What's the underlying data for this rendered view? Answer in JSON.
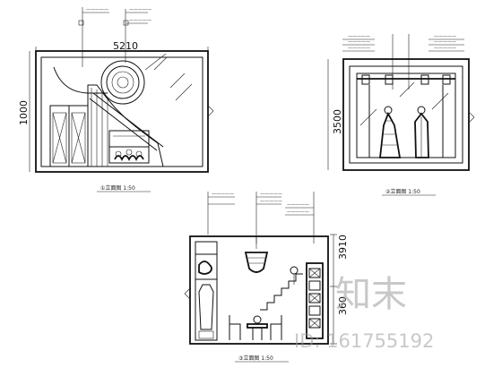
{
  "drawing": {
    "elev_a": {
      "width_dim": "5210",
      "height_dim": "1000",
      "caption": "①立面图 1:50",
      "notes": [
        "—————",
        "—————",
        "—————"
      ]
    },
    "elev_b": {
      "height_dim": "3500",
      "caption": "②立面图 1:50",
      "notes": [
        "—————",
        "—————",
        "—————",
        "—————",
        "—————",
        "—————"
      ]
    },
    "elev_c": {
      "height_dims": [
        "3910",
        "360"
      ],
      "caption": "③立面图 1:50",
      "notes": [
        "—————",
        "—————",
        "—————",
        "—————",
        "—————"
      ]
    }
  },
  "watermark": {
    "brand": "知末",
    "id_text": "ID: 161755192"
  }
}
